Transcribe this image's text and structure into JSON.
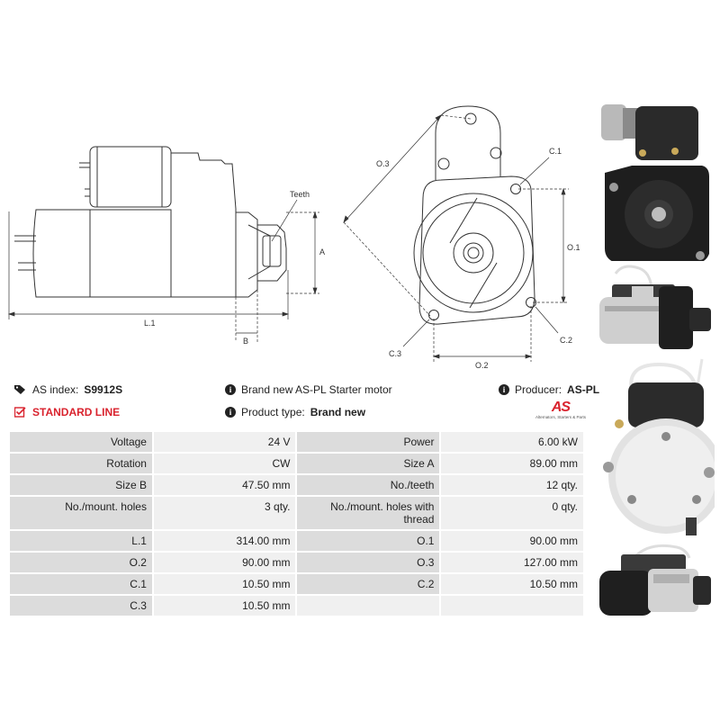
{
  "drawing": {
    "labels": {
      "teeth": "Teeth",
      "a": "A",
      "b": "B",
      "l1": "L.1",
      "o1": "O.1",
      "o2": "O.2",
      "o3": "O.3",
      "c1": "C.1",
      "c2": "C.2",
      "c3": "C.3"
    }
  },
  "info": {
    "index_label": "AS index:",
    "index_value": "S9912S",
    "line": "STANDARD LINE",
    "brand_text": "Brand new AS-PL Starter motor",
    "type_label": "Product type:",
    "type_value": "Brand new",
    "producer_label": "Producer:",
    "producer_value": "AS-PL",
    "logo_mark": "AS",
    "logo_tagline": "Alternators, Starters & Parts"
  },
  "specs": [
    {
      "l1": "Voltage",
      "v1": "24 V",
      "l2": "Power",
      "v2": "6.00 kW"
    },
    {
      "l1": "Rotation",
      "v1": "CW",
      "l2": "Size A",
      "v2": "89.00 mm"
    },
    {
      "l1": "Size B",
      "v1": "47.50 mm",
      "l2": "No./teeth",
      "v2": "12 qty."
    },
    {
      "l1": "No./mount. holes",
      "v1": "3 qty.",
      "l2": "No./mount. holes with thread",
      "v2": "0 qty."
    },
    {
      "l1": "L.1",
      "v1": "314.00 mm",
      "l2": "O.1",
      "v2": "90.00 mm"
    },
    {
      "l1": "O.2",
      "v1": "90.00 mm",
      "l2": "O.3",
      "v2": "127.00 mm"
    },
    {
      "l1": "C.1",
      "v1": "10.50 mm",
      "l2": "C.2",
      "v2": "10.50 mm"
    },
    {
      "l1": "C.3",
      "v1": "10.50 mm",
      "l2": "",
      "v2": ""
    }
  ],
  "icons": {
    "tag": "tag-icon",
    "checkbox": "checkbox-icon",
    "info": "info-icon"
  },
  "colors": {
    "accent": "#d9232e",
    "label_bg": "#dcdcdc",
    "value_bg": "#f0f0f0"
  }
}
